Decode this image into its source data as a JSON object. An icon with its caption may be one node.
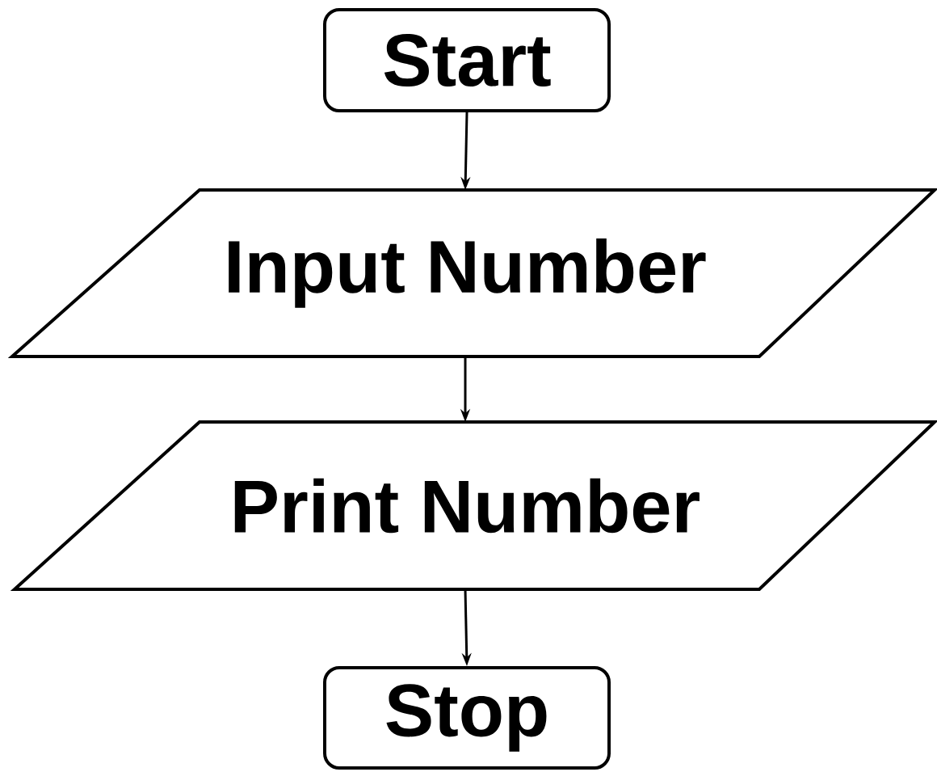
{
  "diagram": {
    "nodes": [
      {
        "text": [
          "Start"
        ]
      },
      {
        "text": [
          "Input Number"
        ]
      },
      {
        "text": [
          "Print Number"
        ]
      },
      {
        "text": [
          "Stop"
        ]
      }
    ],
    "edges": [
      {
        "from": 0,
        "to": 1,
        "arrow": "to"
      },
      {
        "from": 1,
        "to": 2,
        "arrow": "to"
      },
      {
        "from": 2,
        "to": 3,
        "arrow": "to"
      }
    ]
  }
}
